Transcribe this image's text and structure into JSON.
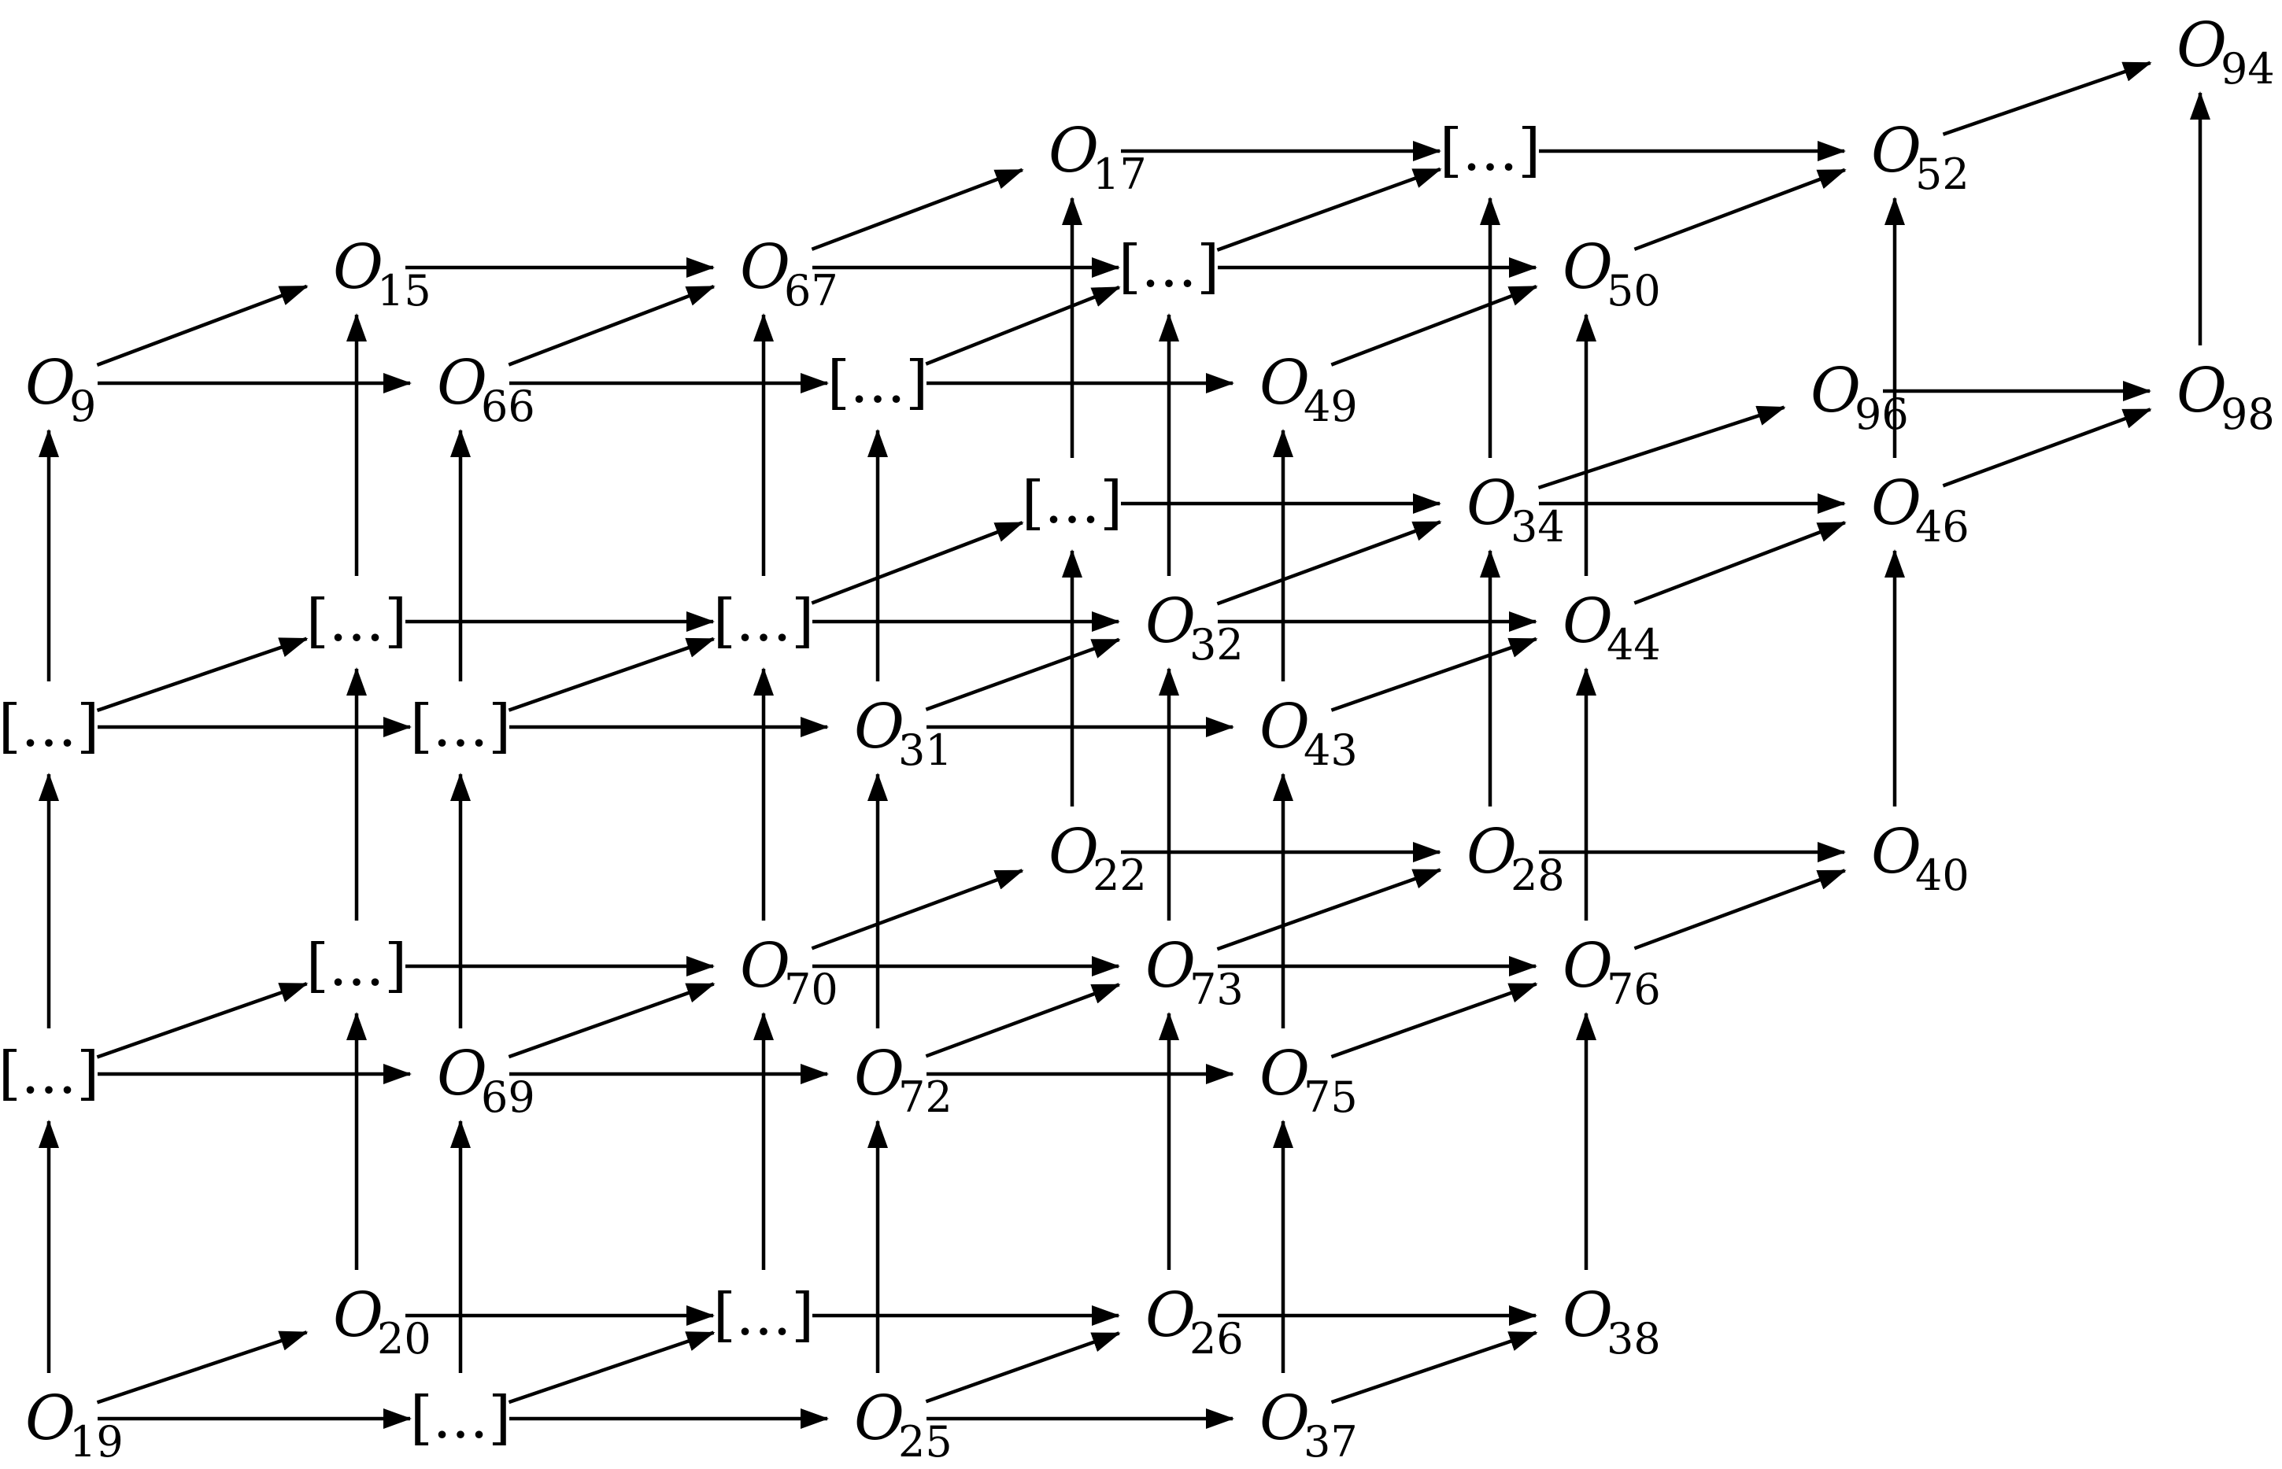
{
  "nodes": [
    {
      "id": "n0",
      "label": "O",
      "sub": "19"
    },
    {
      "id": "n1",
      "label": "[...]"
    },
    {
      "id": "n2",
      "label": "O",
      "sub": "25"
    },
    {
      "id": "n3",
      "label": "O",
      "sub": "37"
    },
    {
      "id": "n4",
      "label": "[...]"
    },
    {
      "id": "n5",
      "label": "O",
      "sub": "69"
    },
    {
      "id": "n6",
      "label": "O",
      "sub": "72"
    },
    {
      "id": "n7",
      "label": "O",
      "sub": "75"
    },
    {
      "id": "n8",
      "label": "[...]"
    },
    {
      "id": "n9",
      "label": "[...]"
    },
    {
      "id": "n10",
      "label": "O",
      "sub": "31"
    },
    {
      "id": "n11",
      "label": "O",
      "sub": "43"
    },
    {
      "id": "n12",
      "label": "O",
      "sub": "9"
    },
    {
      "id": "n13",
      "label": "O",
      "sub": "66"
    },
    {
      "id": "n14",
      "label": "[...]"
    },
    {
      "id": "n15",
      "label": "O",
      "sub": "49"
    },
    {
      "id": "n16",
      "label": "O",
      "sub": "20"
    },
    {
      "id": "n17",
      "label": "[...]"
    },
    {
      "id": "n18",
      "label": "O",
      "sub": "26"
    },
    {
      "id": "n19",
      "label": "O",
      "sub": "38"
    },
    {
      "id": "n20",
      "label": "[...]"
    },
    {
      "id": "n21",
      "label": "O",
      "sub": "70"
    },
    {
      "id": "n22",
      "label": "O",
      "sub": "73"
    },
    {
      "id": "n23",
      "label": "O",
      "sub": "76"
    },
    {
      "id": "n24",
      "label": "[...]"
    },
    {
      "id": "n25",
      "label": "[...]"
    },
    {
      "id": "n26",
      "label": "O",
      "sub": "32"
    },
    {
      "id": "n27",
      "label": "O",
      "sub": "44"
    },
    {
      "id": "n28",
      "label": "O",
      "sub": "15"
    },
    {
      "id": "n29",
      "label": "O",
      "sub": "67"
    },
    {
      "id": "n30",
      "label": "[...]"
    },
    {
      "id": "n31",
      "label": "O",
      "sub": "50"
    },
    {
      "id": "n32",
      "label": "O",
      "sub": "22"
    },
    {
      "id": "n33",
      "label": "O",
      "sub": "28"
    },
    {
      "id": "n34",
      "label": "O",
      "sub": "40"
    },
    {
      "id": "n35",
      "label": "[...]"
    },
    {
      "id": "n36",
      "label": "O",
      "sub": "34"
    },
    {
      "id": "n37",
      "label": "O",
      "sub": "46"
    },
    {
      "id": "n38",
      "label": "O",
      "sub": "17"
    },
    {
      "id": "n39",
      "label": "[...]"
    },
    {
      "id": "n40",
      "label": "O",
      "sub": "52"
    },
    {
      "id": "n41",
      "label": "O",
      "sub": "96"
    },
    {
      "id": "n42",
      "label": "O",
      "sub": "98"
    },
    {
      "id": "n43",
      "label": "O",
      "sub": "94"
    }
  ],
  "edges": [
    [
      "n0",
      "n1"
    ],
    [
      "n1",
      "n2"
    ],
    [
      "n2",
      "n3"
    ],
    [
      "n4",
      "n5"
    ],
    [
      "n5",
      "n6"
    ],
    [
      "n6",
      "n7"
    ],
    [
      "n8",
      "n9"
    ],
    [
      "n9",
      "n10"
    ],
    [
      "n10",
      "n11"
    ],
    [
      "n12",
      "n13"
    ],
    [
      "n13",
      "n14"
    ],
    [
      "n14",
      "n15"
    ],
    [
      "n16",
      "n17"
    ],
    [
      "n17",
      "n18"
    ],
    [
      "n18",
      "n19"
    ],
    [
      "n20",
      "n21"
    ],
    [
      "n21",
      "n22"
    ],
    [
      "n22",
      "n23"
    ],
    [
      "n24",
      "n25"
    ],
    [
      "n25",
      "n26"
    ],
    [
      "n26",
      "n27"
    ],
    [
      "n28",
      "n29"
    ],
    [
      "n29",
      "n30"
    ],
    [
      "n30",
      "n31"
    ],
    [
      "n32",
      "n33"
    ],
    [
      "n33",
      "n34"
    ],
    [
      "n35",
      "n36"
    ],
    [
      "n36",
      "n37"
    ],
    [
      "n38",
      "n39"
    ],
    [
      "n39",
      "n40"
    ],
    [
      "n41",
      "n42"
    ],
    [
      "n0",
      "n4"
    ],
    [
      "n4",
      "n8"
    ],
    [
      "n8",
      "n12"
    ],
    [
      "n1",
      "n5"
    ],
    [
      "n5",
      "n9"
    ],
    [
      "n9",
      "n13"
    ],
    [
      "n2",
      "n6"
    ],
    [
      "n6",
      "n10"
    ],
    [
      "n10",
      "n14"
    ],
    [
      "n3",
      "n7"
    ],
    [
      "n7",
      "n11"
    ],
    [
      "n11",
      "n15"
    ],
    [
      "n16",
      "n20"
    ],
    [
      "n20",
      "n24"
    ],
    [
      "n24",
      "n28"
    ],
    [
      "n17",
      "n21"
    ],
    [
      "n21",
      "n25"
    ],
    [
      "n25",
      "n29"
    ],
    [
      "n18",
      "n22"
    ],
    [
      "n22",
      "n26"
    ],
    [
      "n26",
      "n30"
    ],
    [
      "n19",
      "n23"
    ],
    [
      "n23",
      "n27"
    ],
    [
      "n27",
      "n31"
    ],
    [
      "n32",
      "n35"
    ],
    [
      "n35",
      "n38"
    ],
    [
      "n33",
      "n36"
    ],
    [
      "n36",
      "n39"
    ],
    [
      "n34",
      "n37"
    ],
    [
      "n37",
      "n40"
    ],
    [
      "n42",
      "n43"
    ],
    [
      "n0",
      "n16"
    ],
    [
      "n1",
      "n17"
    ],
    [
      "n2",
      "n18"
    ],
    [
      "n3",
      "n19"
    ],
    [
      "n4",
      "n20"
    ],
    [
      "n5",
      "n21"
    ],
    [
      "n6",
      "n22"
    ],
    [
      "n7",
      "n23"
    ],
    [
      "n8",
      "n24"
    ],
    [
      "n9",
      "n25"
    ],
    [
      "n10",
      "n26"
    ],
    [
      "n11",
      "n27"
    ],
    [
      "n12",
      "n28"
    ],
    [
      "n13",
      "n29"
    ],
    [
      "n14",
      "n30"
    ],
    [
      "n15",
      "n31"
    ],
    [
      "n21",
      "n32"
    ],
    [
      "n22",
      "n33"
    ],
    [
      "n23",
      "n34"
    ],
    [
      "n25",
      "n35"
    ],
    [
      "n26",
      "n36"
    ],
    [
      "n27",
      "n37"
    ],
    [
      "n29",
      "n38"
    ],
    [
      "n30",
      "n39"
    ],
    [
      "n31",
      "n40"
    ],
    [
      "n36",
      "n41"
    ],
    [
      "n37",
      "n42"
    ],
    [
      "n40",
      "n43"
    ]
  ]
}
